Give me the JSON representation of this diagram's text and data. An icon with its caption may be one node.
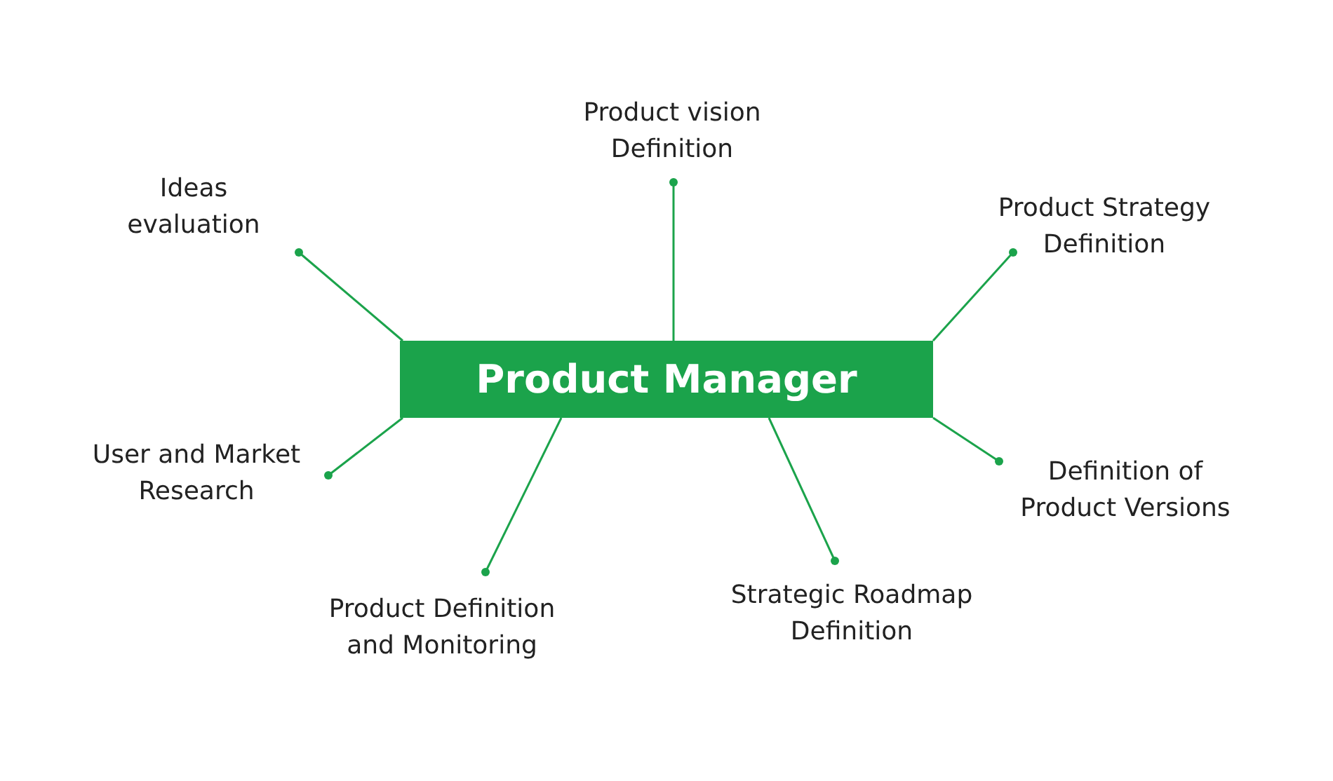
{
  "diagram": {
    "nodes": [
      {
        "text": [
          "Product Manager"
        ]
      },
      {
        "text": [
          "Product vision Definition"
        ]
      },
      {
        "text": [
          "Ideas evaluation"
        ]
      },
      {
        "text": [
          "Product Strategy Definition"
        ]
      },
      {
        "text": [
          "User and Market Research"
        ]
      },
      {
        "text": [
          "Definition of Product Versions"
        ]
      },
      {
        "text": [
          "Strategic Roadmap Definition"
        ]
      },
      {
        "text": [
          "Product Definition and Monitoring"
        ]
      }
    ],
    "edges": [
      {
        "from": 0,
        "to": 1,
        "arrow": "other"
      },
      {
        "from": 0,
        "to": 2,
        "arrow": "other"
      },
      {
        "from": 0,
        "to": 3,
        "arrow": "other"
      },
      {
        "from": 0,
        "to": 4,
        "arrow": "other"
      },
      {
        "from": 0,
        "to": 5,
        "arrow": "other"
      },
      {
        "from": 0,
        "to": 6,
        "arrow": "other"
      },
      {
        "from": 0,
        "to": 7,
        "arrow": "other"
      }
    ]
  }
}
